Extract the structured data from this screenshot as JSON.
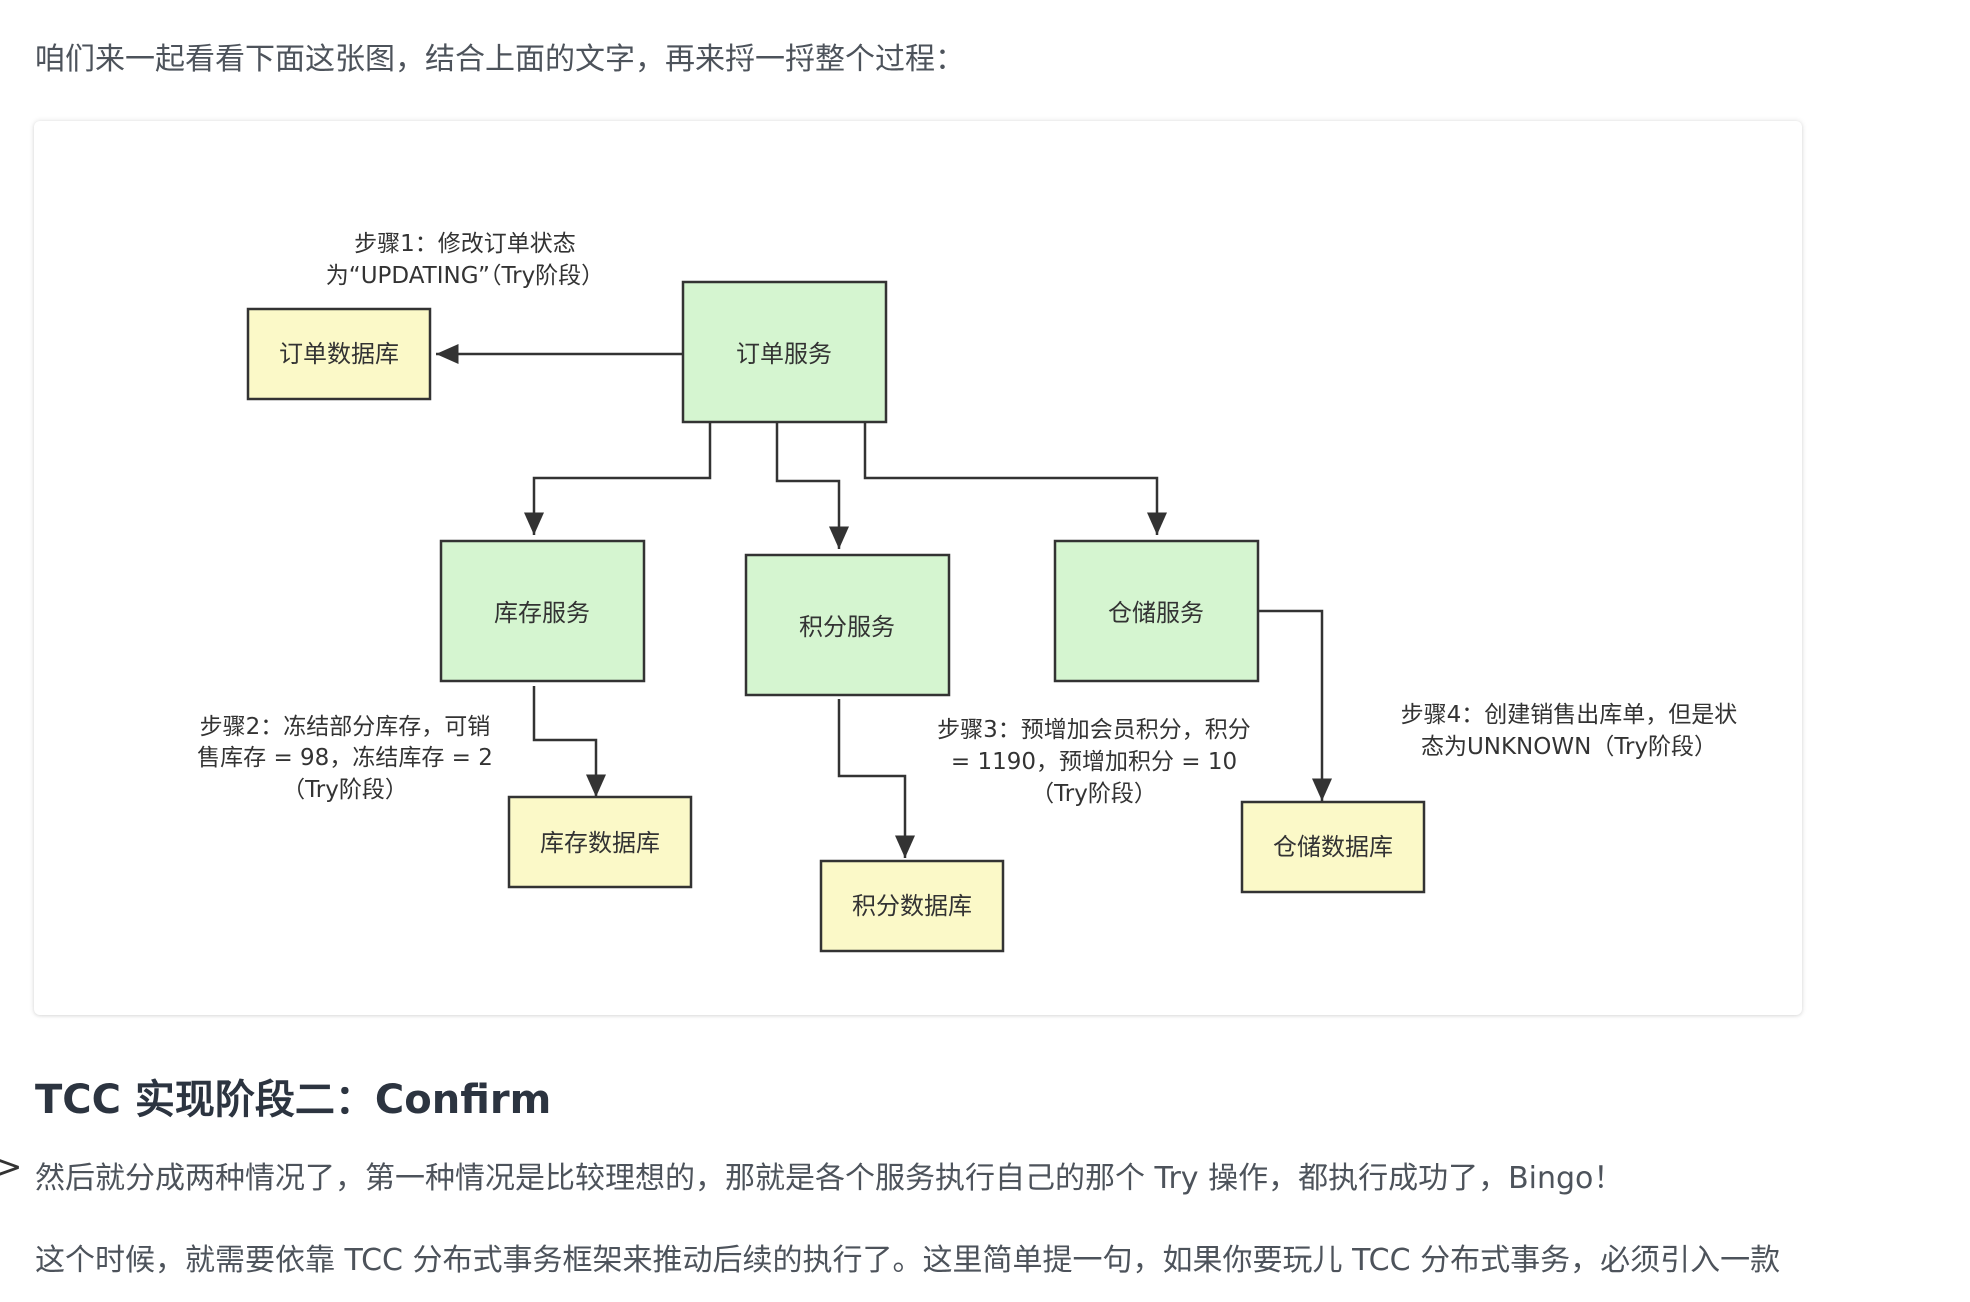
{
  "intro_text": "咱们来一起看看下面这张图，结合上面的文字，再来捋一捋整个过程：",
  "diagram": {
    "nodes": {
      "order_db": "订单数据库",
      "order_service": "订单服务",
      "inventory_service": "库存服务",
      "points_service": "积分服务",
      "warehouse_service": "仓储服务",
      "inventory_db": "库存数据库",
      "points_db": "积分数据库",
      "warehouse_db": "仓储数据库"
    },
    "notes": {
      "step1": [
        "步骤1：修改订单状态",
        "为“UPDATING”（Try阶段）"
      ],
      "step2": [
        "步骤2：冻结部分库存，可销",
        "售库存 = 98，冻结库存 = 2",
        "（Try阶段）"
      ],
      "step3": [
        "步骤3：预增加会员积分，积分",
        "= 1190，预增加积分 = 10",
        "（Try阶段）"
      ],
      "step4": [
        "步骤4：创建销售出库单，但是状",
        "态为UNKNOWN（Try阶段）"
      ]
    },
    "colors": {
      "service_fill": "#d5f5d0",
      "database_fill": "#fbf9c8",
      "stroke": "#333333"
    }
  },
  "section_heading": "TCC 实现阶段二：Confirm",
  "paragraph_1": "然后就分成两种情况了，第一种情况是比较理想的，那就是各个服务执行自己的那个 Try 操作，都执行成功了，Bingo！",
  "paragraph_2": "这个时候，就需要依靠 TCC 分布式事务框架来推动后续的执行了。这里简单提一句，如果你要玩儿 TCC 分布式事务，必须引入一款",
  "left_marker": ">"
}
